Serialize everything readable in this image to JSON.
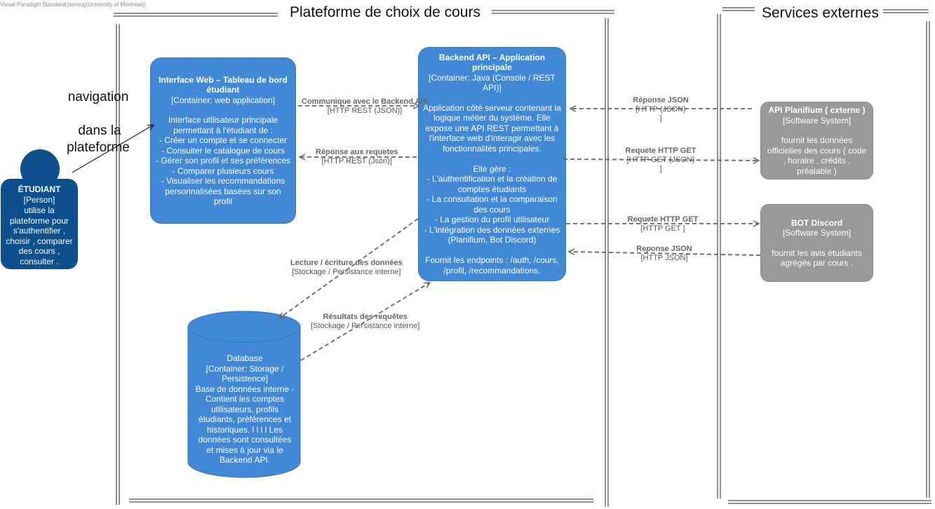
{
  "watermark": "Visual Paradigm Standard(zerroug(University of Montreal))",
  "boundaries": {
    "platform_title": "Plateforme de choix de cours",
    "external_title": "Services externes"
  },
  "colors": {
    "container_blue": "#4189d6",
    "person_blue": "#0e4f8e",
    "external_gray": "#999999",
    "arrow": "#666666"
  },
  "person": {
    "title": "ÉTUDIANT",
    "type": "[Person]",
    "description": "utilise la plateforme pour s'authentifier , choisir , comparer des cours , consulter ."
  },
  "navigation_label": {
    "line1": "navigation",
    "line2": "dans la",
    "line3": "plateforme"
  },
  "web_interface": {
    "title": "Interface Web – Tableau de bord étudiant",
    "type": "[Container: web application]",
    "description": "Interface utilisateur principale permettant à l'étudiant de :\n- Créer un compte et se connecter\n- Consulter le catalogue de cours\n- Gérer son profil et ses préférences\n- Comparer plusieurs cours\n- Visualiser les recommandations personnalisées basées sur son profil"
  },
  "backend": {
    "title": "Backend API – Application principale",
    "type": "[Container: Java (Console / REST API)]",
    "description": "Application côté serveur contenant la logique métier du système. Elle expose une API REST permettant à l'interface web d'interagir avec les fonctionnalités principales.\n\nElle gère :\n- L'authentification et la création de comptes étudiants\n- La consultation et la comparaison des cours\n- La gestion du profil utilisateur\n- L'intégration des données externes (Planifium, Bot Discord)\n\nFournit les endpoints : /auth, /cours, /profil, /recommandations."
  },
  "database": {
    "title": "Database",
    "type": "[Container: Storage / Persistence]",
    "description": "Base de données interne - Contient les comptes utilisateurs, profils étudiants, préférences et historiques. l l l l Les données sont consultées et mises à jour via le Backend API."
  },
  "planifium": {
    "title": "API Planifium ( externe )",
    "type": "[Software System]",
    "description": "fournit les données officielles des cours ( code , horaire , crédits , préalable )"
  },
  "discord": {
    "title": "BOT Discord",
    "type": "[Software System]",
    "description": "fournit les avis étudiants agrégés par cours ."
  },
  "relations": {
    "web_to_backend": {
      "label": "Communique avec le Backend API",
      "tech": "[HTTP REST (JSON)]"
    },
    "backend_to_web": {
      "label": "Réponse aux requetes",
      "tech": "[HTTP REST (Json)]"
    },
    "backend_to_db": {
      "label": "Lecture / écriture des données",
      "tech": "[Stockage / Persistance interne]"
    },
    "db_to_backend": {
      "label": "Résultats des requêtes",
      "tech": "[Stockage / Persistance interne]"
    },
    "planifium_to_backend": {
      "label": "Réponse JSON",
      "tech": "[HTTP (JSON)\n]"
    },
    "backend_to_planifium": {
      "label": "Requete HTTP GET",
      "tech": "[HTTP GET (JSON)\n]"
    },
    "backend_to_discord": {
      "label": "Requete HTTP GET",
      "tech": "[HTTP GET ]"
    },
    "discord_to_backend": {
      "label": "Reponse JSON",
      "tech": "[HTTP JSON]"
    }
  }
}
